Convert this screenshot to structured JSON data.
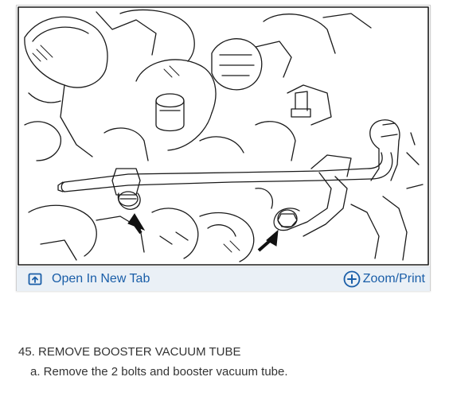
{
  "figure": {
    "open_tab_label": "Open In New Tab",
    "zoom_print_label": "Zoom/Print",
    "accent_color": "#1a5ea8",
    "toolbar_bg": "#eaf0f6",
    "open_tab_icon": "open-in-new-tab-icon",
    "zoom_icon": "zoom-plus-circle-icon"
  },
  "instructions": {
    "step_heading": "45. REMOVE BOOSTER VACUUM TUBE",
    "sub_step": "a. Remove the 2 bolts and booster vacuum tube."
  }
}
